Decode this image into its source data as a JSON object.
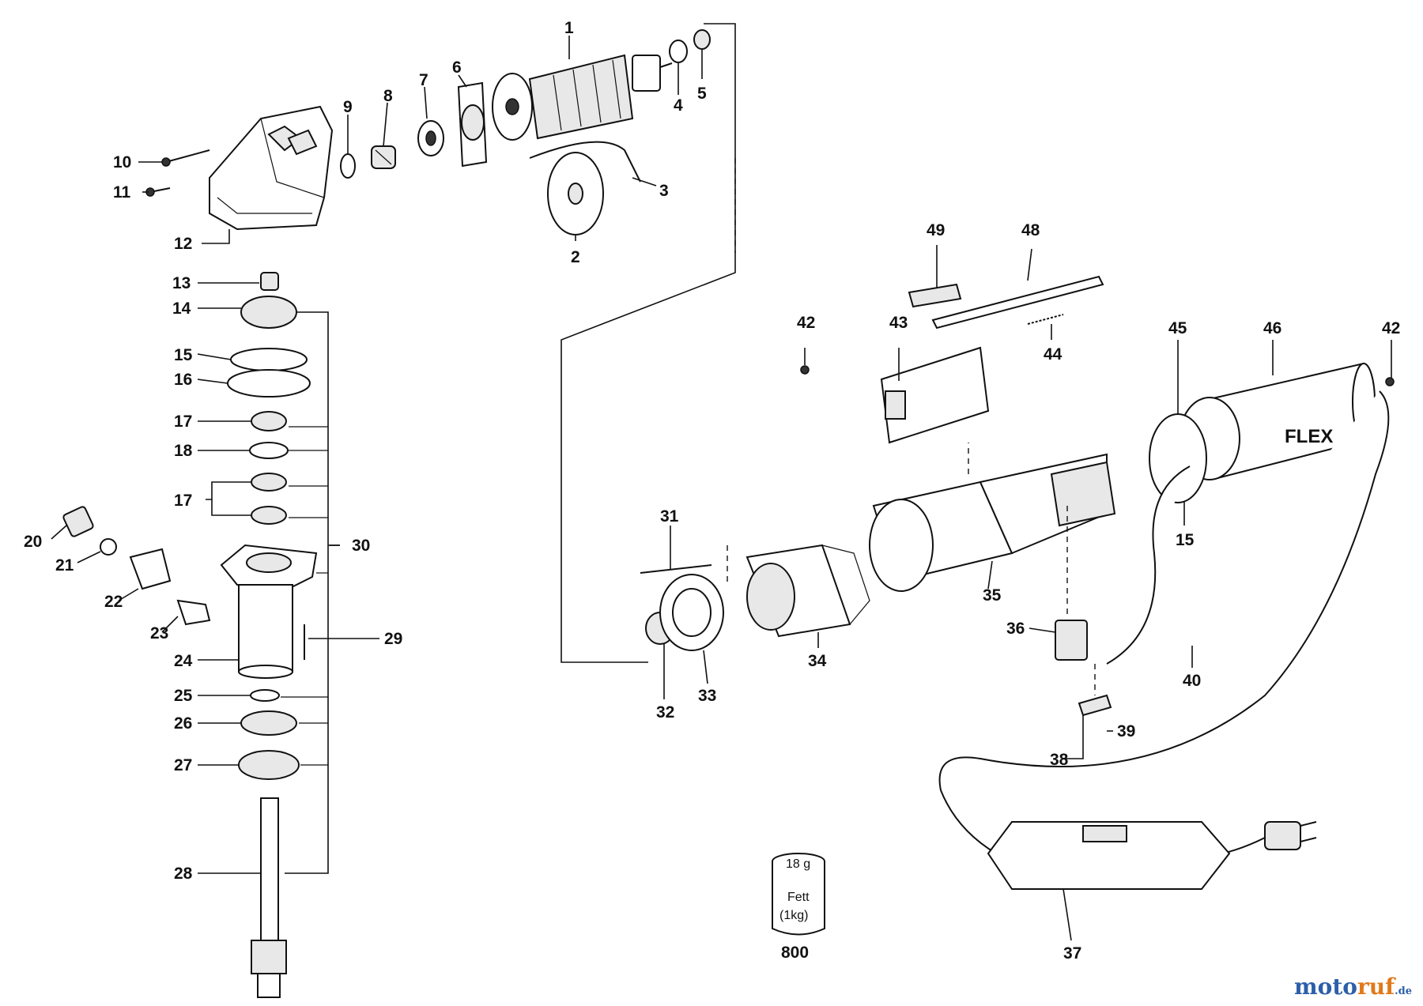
{
  "diagram": {
    "parts": [
      {
        "num": "1"
      },
      {
        "num": "2"
      },
      {
        "num": "3"
      },
      {
        "num": "4"
      },
      {
        "num": "5"
      },
      {
        "num": "6"
      },
      {
        "num": "7"
      },
      {
        "num": "8"
      },
      {
        "num": "9"
      },
      {
        "num": "10"
      },
      {
        "num": "11"
      },
      {
        "num": "12"
      },
      {
        "num": "13"
      },
      {
        "num": "14"
      },
      {
        "num": "15"
      },
      {
        "num": "16"
      },
      {
        "num": "17"
      },
      {
        "num": "18"
      },
      {
        "num": "17"
      },
      {
        "num": "20"
      },
      {
        "num": "21"
      },
      {
        "num": "22"
      },
      {
        "num": "23"
      },
      {
        "num": "24"
      },
      {
        "num": "25"
      },
      {
        "num": "26"
      },
      {
        "num": "27"
      },
      {
        "num": "28"
      },
      {
        "num": "29"
      },
      {
        "num": "30"
      },
      {
        "num": "31"
      },
      {
        "num": "32"
      },
      {
        "num": "33"
      },
      {
        "num": "34"
      },
      {
        "num": "35"
      },
      {
        "num": "36"
      },
      {
        "num": "37"
      },
      {
        "num": "38"
      },
      {
        "num": "39"
      },
      {
        "num": "40"
      },
      {
        "num": "42"
      },
      {
        "num": "43"
      },
      {
        "num": "44"
      },
      {
        "num": "45"
      },
      {
        "num": "46"
      },
      {
        "num": "42"
      },
      {
        "num": "48"
      },
      {
        "num": "49"
      },
      {
        "num": "15"
      },
      {
        "num": "800"
      }
    ],
    "grease": {
      "amount": "18 g",
      "name": "Fett",
      "pack": "(1kg)"
    },
    "motor_brand": "FLEX"
  },
  "watermark": {
    "part1": "moto",
    "part2": "ruf",
    "suffix": ".de"
  }
}
